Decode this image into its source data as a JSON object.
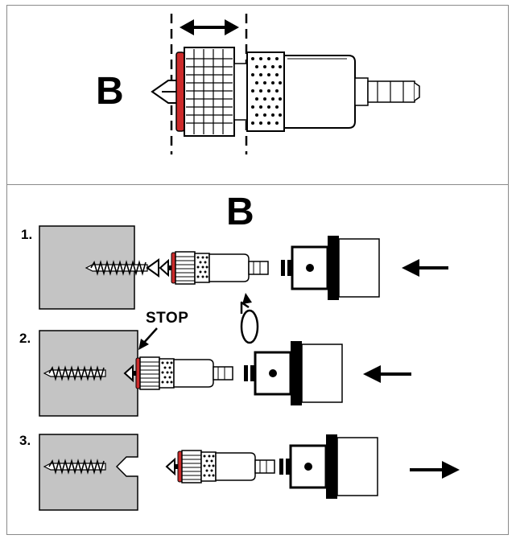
{
  "top_panel": {
    "label": "B"
  },
  "bottom_panel": {
    "label": "B",
    "steps": [
      {
        "number": "1."
      },
      {
        "number": "2.",
        "callout": "STOP"
      },
      {
        "number": "3."
      }
    ]
  },
  "colors": {
    "accent_ring": "#cc2b2b",
    "block_fill": "#c4c4c4",
    "ink": "#000000"
  }
}
